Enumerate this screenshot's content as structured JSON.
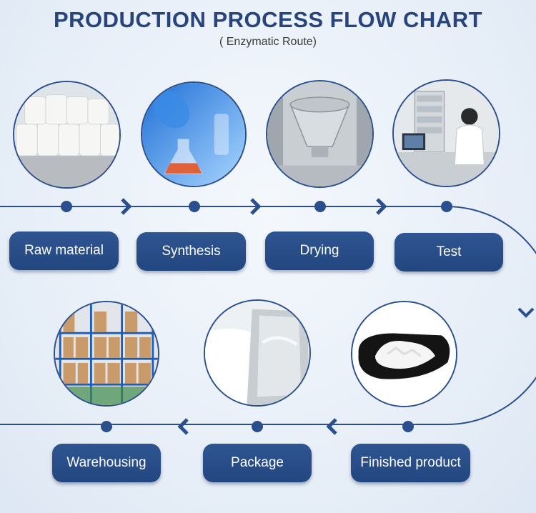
{
  "header": {
    "title": "PRODUCTION PROCESS FLOW CHART",
    "subtitle": "( Enzymatic Route)"
  },
  "colors": {
    "accent": "#2b4f8c",
    "step_bg": "#27498a",
    "line": "#2b4f8c"
  },
  "steps": [
    {
      "label": "Raw material",
      "icon": "bulk-bags-photo"
    },
    {
      "label": "Synthesis",
      "icon": "lab-flask-photo"
    },
    {
      "label": "Drying",
      "icon": "drying-mixer-photo"
    },
    {
      "label": "Test",
      "icon": "lab-testing-photo"
    },
    {
      "label": "Finished product",
      "icon": "white-powder-plate-photo"
    },
    {
      "label": "Package",
      "icon": "foil-bag-photo"
    },
    {
      "label": "Warehousing",
      "icon": "warehouse-shelves-photo"
    }
  ]
}
